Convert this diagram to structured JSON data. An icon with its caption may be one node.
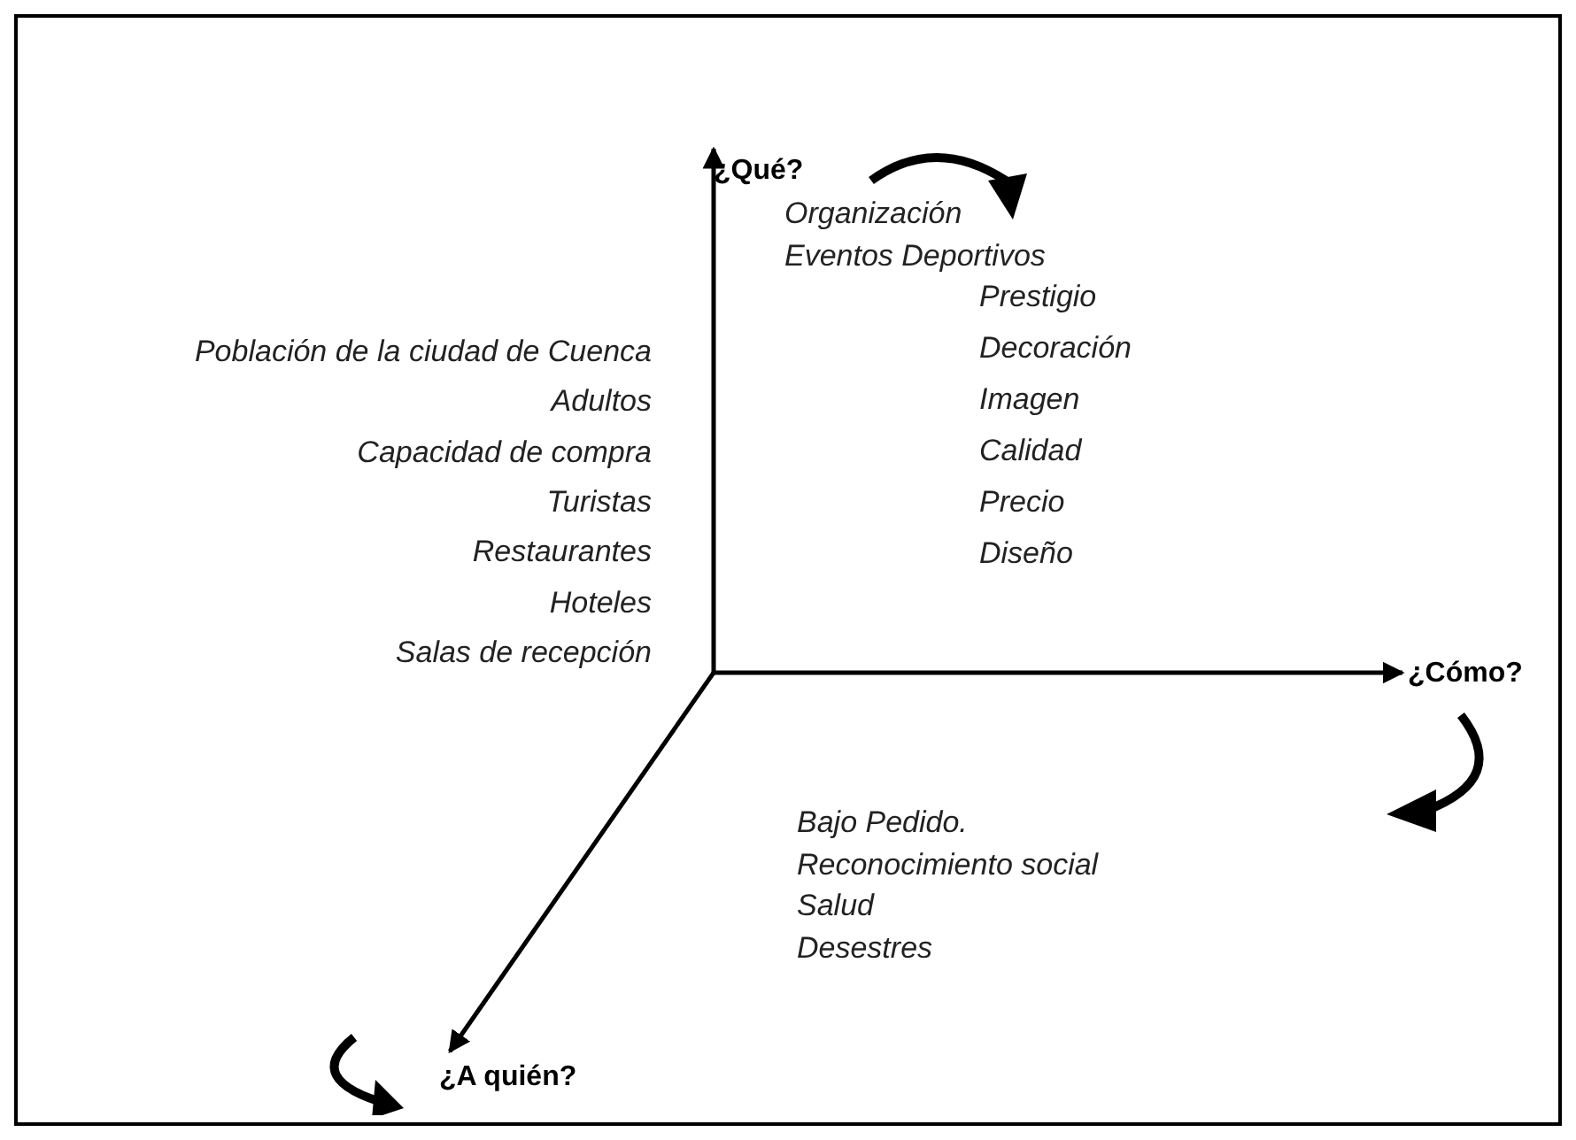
{
  "diagram": {
    "nodes": [
      {
        "text": [
          "¿Qué?"
        ]
      },
      {
        "text": [
          "¿Cómo?"
        ]
      },
      {
        "text": [
          "¿A quién?"
        ]
      }
    ],
    "edges": [
      {
        "from": null,
        "to": 0,
        "arrow": "to"
      },
      {
        "from": null,
        "to": 1,
        "arrow": "to"
      },
      {
        "from": null,
        "to": 2,
        "arrow": "to"
      }
    ],
    "labels": [
      "Organización",
      "Eventos Deportivos",
      "Población de la ciudad de Cuenca",
      "Adultos",
      "Capacidad de compra",
      "Turistas",
      "Restaurantes",
      "Hoteles",
      "Salas de recepción",
      "Prestigio",
      "Decoración",
      "Imagen",
      "Calidad",
      "Precio",
      "Diseño",
      "Bajo Pedido.",
      "Reconocimiento social",
      "Salud",
      "Desestres"
    ]
  }
}
